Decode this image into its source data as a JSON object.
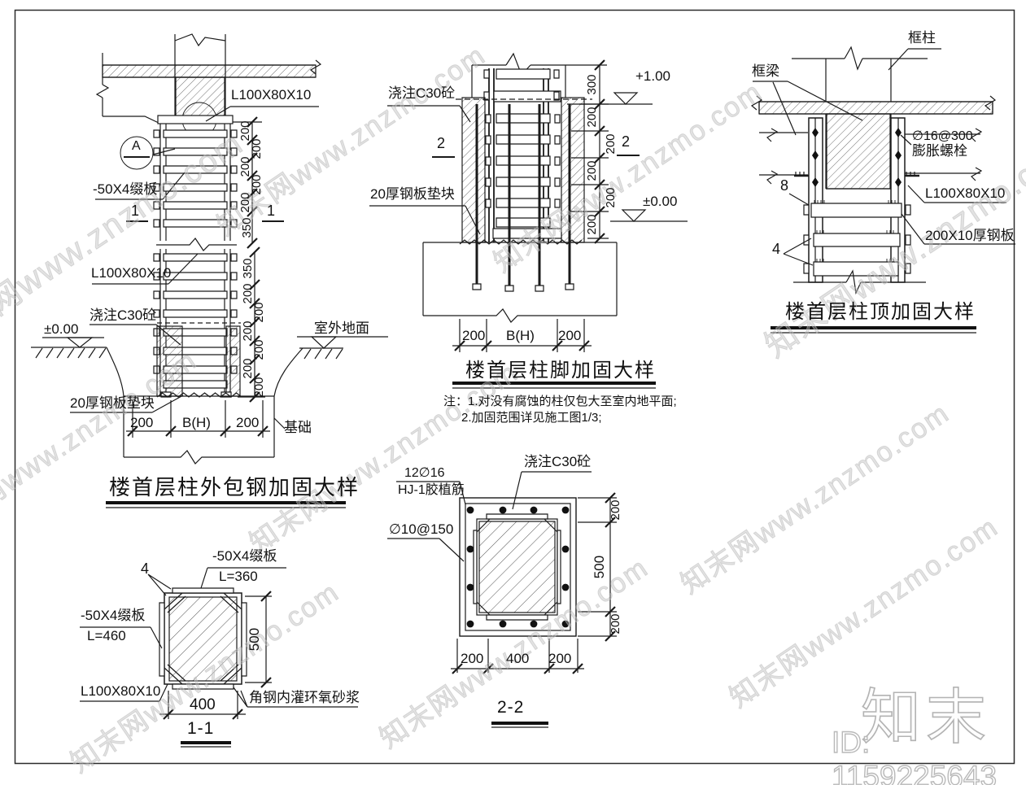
{
  "watermark": {
    "text": "知末网www.znzmo.com",
    "logo": "知末",
    "id_label": "ID: 1159225643"
  },
  "detail_left": {
    "title": "楼首层柱外包钢加固大样",
    "angle_label_top": "L100X80X10",
    "angle_label_mid": "L100X80X10",
    "batten_label": "-50X4缀板",
    "detail_bubble": "A",
    "cut_mark": "1",
    "concrete_label": "浇注C30砼",
    "level_zero": "±0.00",
    "ground_label": "室外地面",
    "pad_label": "20厚钢板垫块",
    "foundation_label": "基础",
    "dims_upper": [
      "200",
      "200",
      "200",
      "200",
      "200",
      "350"
    ],
    "dims_lower": [
      "350",
      "200",
      "200",
      "200",
      "200",
      "200",
      "200"
    ],
    "dims_bottom": [
      "200",
      "B(H)",
      "200"
    ]
  },
  "detail_mid": {
    "title": "楼首层柱脚加固大样",
    "concrete_label": "浇注C30砼",
    "pad_label": "20厚钢板垫块",
    "cut_mark": "2",
    "level_top": "+1.00",
    "level_zero": "±0.00",
    "dims_right": [
      "300",
      "200",
      "200",
      "200",
      "200",
      "200"
    ],
    "dims_bottom": [
      "200",
      "B(H)",
      "200"
    ],
    "note_line1": "注：1.对没有腐蚀的柱仅包大至室内地平面;",
    "note_line2": "2.加固范围详见施工图1/3;"
  },
  "detail_right": {
    "title": "楼首层柱顶加固大样",
    "frame_column_label": "框柱",
    "frame_beam_label": "框梁",
    "bolt_spec": "∅16@300",
    "bolt_name": "膨胀螺栓",
    "mark_8": "8",
    "mark_4": "4",
    "angle_label": "L100X80X10",
    "plate_label": "200X10厚钢板"
  },
  "section_1_1": {
    "title": "1-1",
    "mark_4": "4",
    "batten_top_label": "-50X4缀板",
    "batten_top_length": "L=360",
    "batten_side_label": "-50X4缀板",
    "batten_side_length": "L=460",
    "angle_label": "L100X80X10",
    "grout_label": "角钢内灌环氧砂浆",
    "dim_width": "400",
    "dim_height": "500"
  },
  "section_2_2": {
    "title": "2-2",
    "rebar_label": "12∅16",
    "rebar_sub_label": "HJ-1胶植筋",
    "concrete_label": "浇注C30砼",
    "stirrup_label": "∅10@150",
    "dims_right": [
      "200",
      "500",
      "200"
    ],
    "dims_bottom": [
      "200",
      "400",
      "200"
    ]
  }
}
